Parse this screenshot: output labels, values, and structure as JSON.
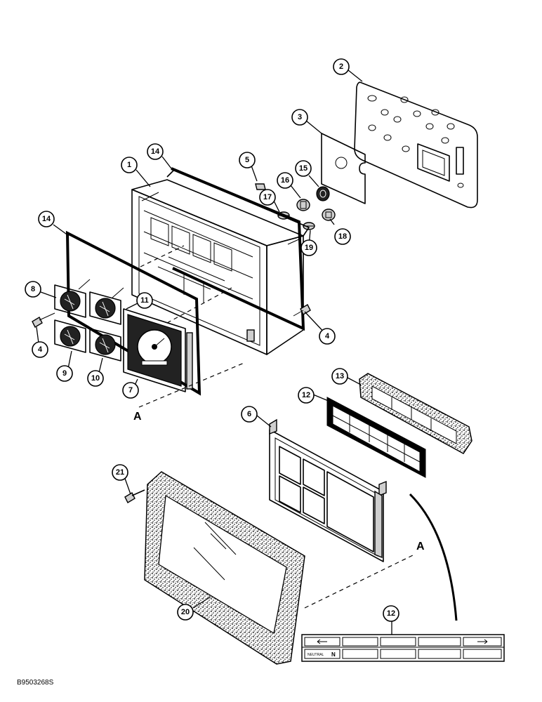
{
  "diagram": {
    "callouts": [
      "1",
      "2",
      "3",
      "4",
      "4",
      "5",
      "6",
      "7",
      "8",
      "9",
      "10",
      "11",
      "12",
      "12",
      "13",
      "14",
      "14",
      "15",
      "16",
      "17",
      "18",
      "19",
      "20",
      "21"
    ],
    "view_markers": [
      "A",
      "A"
    ],
    "drawing_code": "B9503268S",
    "decal": {
      "top_row": [
        "",
        "",
        "",
        "",
        "",
        ""
      ],
      "bottom_row": [
        "NEUTRAL",
        "N",
        "",
        "",
        "",
        ""
      ]
    }
  }
}
